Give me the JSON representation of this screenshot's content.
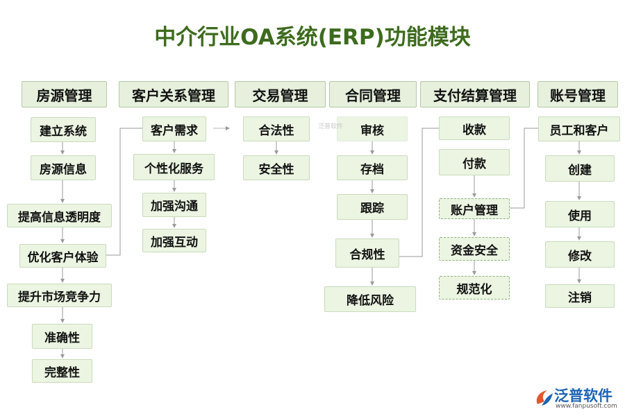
{
  "title": "中介行业OA系统(ERP)功能模块",
  "columns": [
    {
      "header": "房源管理",
      "items": [
        "建立系统",
        "房源信息",
        "提高信息透明度",
        "优化客户体验",
        "提升市场竞争力",
        "准确性",
        "完整性"
      ]
    },
    {
      "header": "客户关系管理",
      "items": [
        "客户需求",
        "个性化服务",
        "加强沟通",
        "加强互动"
      ]
    },
    {
      "header": "交易管理",
      "items": [
        "合法性",
        "安全性"
      ]
    },
    {
      "header": "合同管理",
      "items": [
        "审核",
        "存档",
        "跟踪",
        "合规性",
        "降低风险"
      ]
    },
    {
      "header": "支付结算管理",
      "items": [
        "收款",
        "付款",
        "账户管理",
        "资金安全",
        "规范化"
      ]
    },
    {
      "header": "账号管理",
      "items": [
        "员工和客户",
        "创建",
        "使用",
        "修改",
        "注销"
      ]
    }
  ],
  "watermark": "泛普软件",
  "logo": {
    "name": "泛普软件",
    "url": "www.fanpusoft.com"
  },
  "colors": {
    "title": "#3d6b1e",
    "box_fill": "#ebf5e2",
    "header_fill": "#e6f0dc",
    "connector": "#9a9a9a",
    "logo": "#1d63b4"
  }
}
